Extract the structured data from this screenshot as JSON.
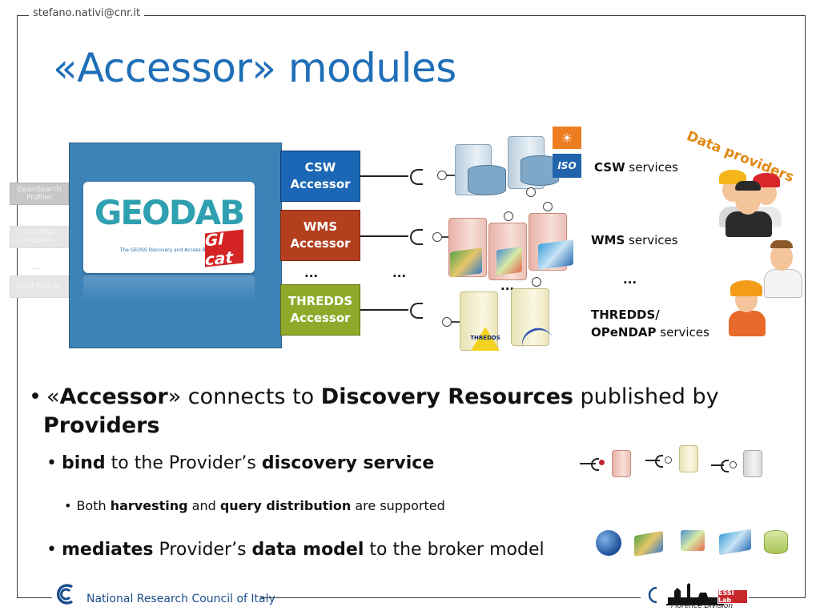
{
  "header": {
    "email": "stefano.nativi@cnr.it",
    "title": "«Accessor» modules"
  },
  "profilers": [
    "OpenSearch Profiler",
    "OAI-PMH Profiler",
    "...",
    "CSW Profiler"
  ],
  "geodab": {
    "logo_text": "GEODAB",
    "subtitle": "The GEOSS Discovery and Access Broker",
    "gicat_label": "GI cat"
  },
  "accessors": {
    "csw": "CSW Accessor",
    "wms": "WMS Accessor",
    "ellipsis": "...",
    "thredds": "THREDDS Accessor"
  },
  "ellipsis": "...",
  "services": {
    "csw_bold": "CSW",
    "csw_rest": " services",
    "wms_bold": "WMS",
    "wms_rest": " services",
    "thredds_bold_1": "THREDDS/",
    "thredds_bold_2": "OPeNDAP",
    "thredds_rest": " services",
    "thredds_icon_label": "THREDDS",
    "iso_label": "ISO"
  },
  "data_providers_label": "Data providers",
  "bullets": {
    "b1": {
      "p1": "«",
      "p2": "Accessor",
      "p3": "» connects to ",
      "p4": "Discovery Resources",
      "p5": " published by",
      "p6": "Providers"
    },
    "b2": {
      "p1": "bind",
      "p2": " to the Provider’s ",
      "p3": "discovery service"
    },
    "b3": {
      "p1": "Both ",
      "p2": "harvesting",
      "p3": " and ",
      "p4": "query distribution",
      "p5": " are supported"
    },
    "b4": {
      "p1": "mediates",
      "p2": " Provider’s ",
      "p3": "data model",
      "p4": " to the broker model"
    }
  },
  "footer": {
    "org": "National Research Council of Italy",
    "florence": "Florence Division",
    "essi": "ESSI Lab"
  },
  "colors": {
    "title": "#1f6fb8",
    "csw_accessor": "#1b67b5",
    "wms_accessor": "#b33f1e",
    "thredds_accessor": "#8faa2b",
    "geodab_box": "#3d83b8",
    "data_providers": "#e08a16"
  }
}
